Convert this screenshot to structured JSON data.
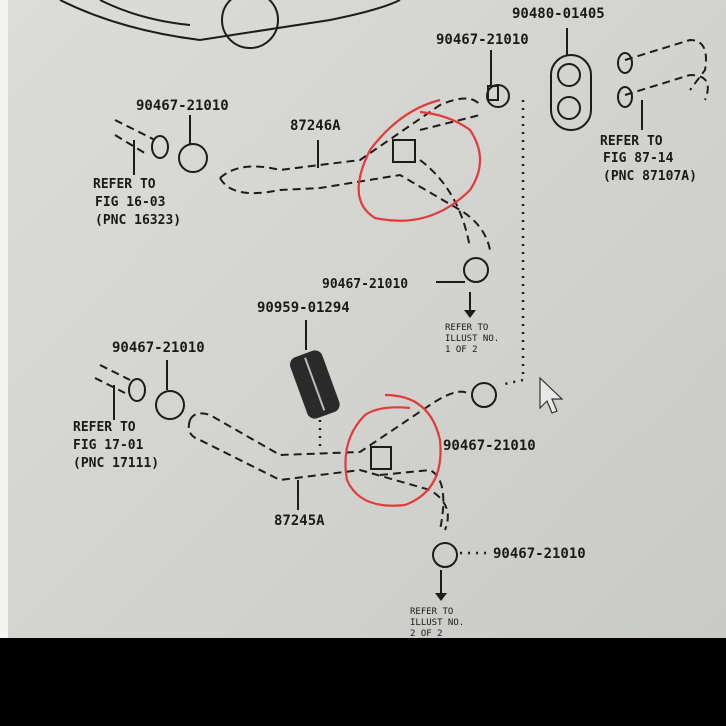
{
  "labels": {
    "grommet_top": "90480-01405",
    "clamp_top_right": "90467-21010",
    "clamp_top_left": "90467-21010",
    "hose_upper": "87246A",
    "refer_top_right": [
      "REFER TO",
      "FIG 87-14",
      "(PNC 87107A)"
    ],
    "refer_top_left": [
      "REFER TO",
      "FIG 16-03",
      "(PNC 16323)"
    ],
    "clamp_middle": "90467-21010",
    "refer_middle": [
      "REFER TO",
      "ILLUST NO.",
      "1 OF 2"
    ],
    "grommet_middle": "90959-01294",
    "clamp_lower_left": "90467-21010",
    "refer_lower_left": [
      "REFER TO",
      "FIG 17-01",
      "(PNC 17111)"
    ],
    "clamp_lower_right": "90467-21010",
    "hose_lower": "87245A",
    "clamp_bottom": "90467-21010",
    "refer_bottom": [
      "REFER TO",
      "ILLUST NO.",
      "2 OF 2"
    ]
  },
  "colors": {
    "markup_circle": "#e33a3a",
    "line_art": "#1c1c1c"
  }
}
